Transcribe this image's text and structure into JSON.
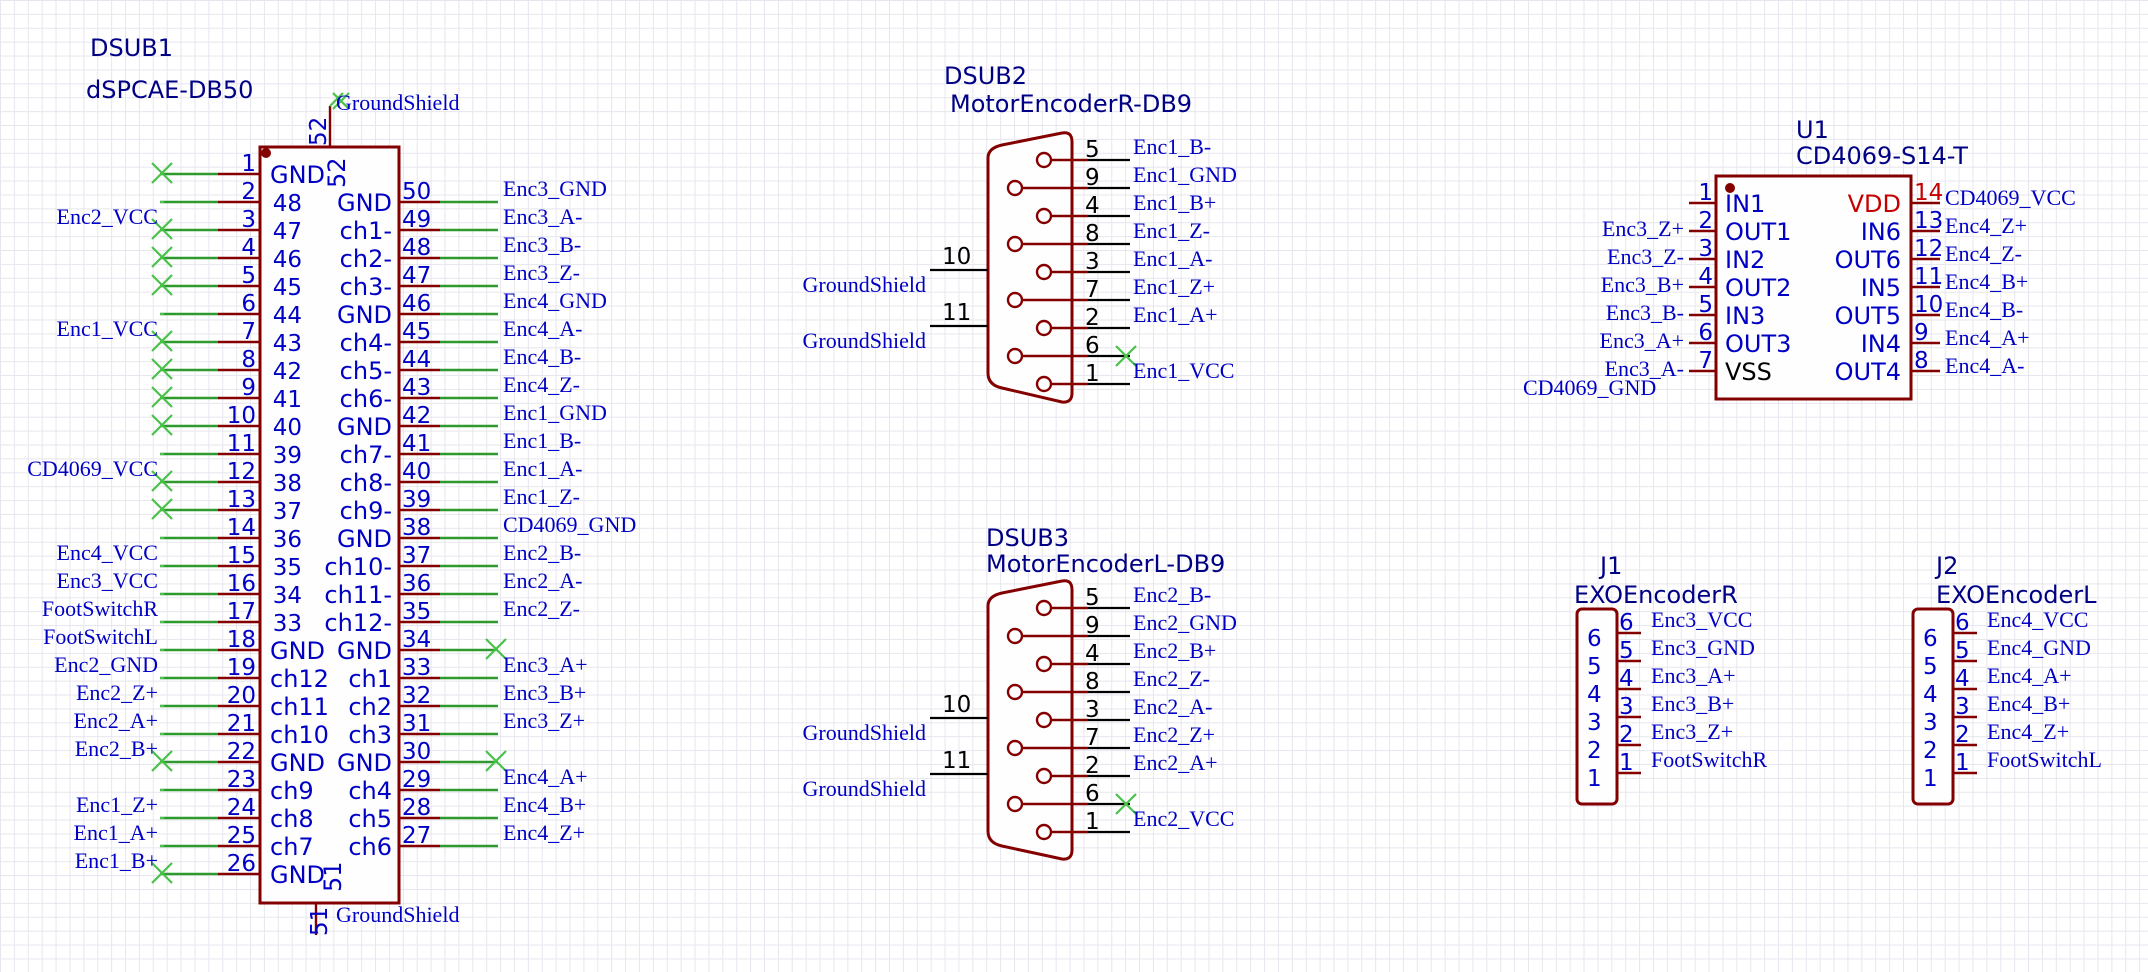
{
  "dsub1": {
    "ref": "DSUB1",
    "value": "dSPCAE-DB50",
    "pin52": "52",
    "pin51": "51",
    "shield_top": "GroundShield",
    "shield_bottom": "GroundShield",
    "left_pins": [
      {
        "num": "1",
        "name": "GND",
        "net": "",
        "nc": true
      },
      {
        "num": "2",
        "name": "",
        "net": "",
        "nc": false
      },
      {
        "num": "3",
        "name": "",
        "net": "Enc2_VCC",
        "nc": true
      },
      {
        "num": "4",
        "name": "",
        "net": "",
        "nc": true
      },
      {
        "num": "5",
        "name": "",
        "net": "",
        "nc": true
      },
      {
        "num": "6",
        "name": "",
        "net": "",
        "nc": false
      },
      {
        "num": "7",
        "name": "",
        "net": "Enc1_VCC",
        "nc": true
      },
      {
        "num": "8",
        "name": "",
        "net": "",
        "nc": true
      },
      {
        "num": "9",
        "name": "",
        "net": "",
        "nc": true
      },
      {
        "num": "10",
        "name": "",
        "net": "",
        "nc": true
      },
      {
        "num": "11",
        "name": "",
        "net": "",
        "nc": false
      },
      {
        "num": "12",
        "name": "",
        "net": "CD4069_VCC",
        "nc": true
      },
      {
        "num": "13",
        "name": "",
        "net": "",
        "nc": true
      },
      {
        "num": "14",
        "name": "",
        "net": "",
        "nc": false
      },
      {
        "num": "15",
        "name": "",
        "net": "Enc4_VCC",
        "nc": false
      },
      {
        "num": "16",
        "name": "",
        "net": "Enc3_VCC",
        "nc": false
      },
      {
        "num": "17",
        "name": "",
        "net": "FootSwitchR",
        "nc": false
      },
      {
        "num": "18",
        "name": "GND",
        "net": "FootSwitchL",
        "nc": false
      },
      {
        "num": "19",
        "name": "ch12",
        "net": "Enc2_GND",
        "nc": false
      },
      {
        "num": "20",
        "name": "ch11",
        "net": "Enc2_Z+",
        "nc": false
      },
      {
        "num": "21",
        "name": "ch10",
        "net": "Enc2_A+",
        "nc": false
      },
      {
        "num": "22",
        "name": "GND",
        "net": "Enc2_B+",
        "nc": true
      },
      {
        "num": "23",
        "name": "ch9",
        "net": "",
        "nc": false
      },
      {
        "num": "24",
        "name": "ch8",
        "net": "Enc1_Z+",
        "nc": false
      },
      {
        "num": "25",
        "name": "ch7",
        "net": "Enc1_A+",
        "nc": false
      },
      {
        "num": "26",
        "name": "GND",
        "net": "Enc1_B+",
        "nc": true
      }
    ],
    "mid_pins": [
      {
        "num": "48",
        "name": "GND"
      },
      {
        "num": "47",
        "name": "ch1-"
      },
      {
        "num": "46",
        "name": "ch2-"
      },
      {
        "num": "45",
        "name": "ch3-"
      },
      {
        "num": "44",
        "name": "GND"
      },
      {
        "num": "43",
        "name": "ch4-"
      },
      {
        "num": "42",
        "name": "ch5-"
      },
      {
        "num": "41",
        "name": "ch6-"
      },
      {
        "num": "40",
        "name": "GND"
      },
      {
        "num": "39",
        "name": "ch7-"
      },
      {
        "num": "38",
        "name": "ch8-"
      },
      {
        "num": "37",
        "name": "ch9-"
      },
      {
        "num": "36",
        "name": "GND"
      },
      {
        "num": "35",
        "name": "ch10-"
      },
      {
        "num": "34",
        "name": "ch11-"
      },
      {
        "num": "33",
        "name": "ch12-"
      }
    ],
    "right_pins": [
      {
        "num": "50",
        "name": "",
        "net": "Enc3_GND",
        "nc": false
      },
      {
        "num": "49",
        "name": "",
        "net": "Enc3_A-",
        "nc": false
      },
      {
        "num": "48",
        "name": "",
        "net": "Enc3_B-",
        "nc": false
      },
      {
        "num": "47",
        "name": "",
        "net": "Enc3_Z-",
        "nc": false
      },
      {
        "num": "46",
        "name": "",
        "net": "Enc4_GND",
        "nc": false
      },
      {
        "num": "45",
        "name": "",
        "net": "Enc4_A-",
        "nc": false
      },
      {
        "num": "44",
        "name": "",
        "net": "Enc4_B-",
        "nc": false
      },
      {
        "num": "43",
        "name": "",
        "net": "Enc4_Z-",
        "nc": false
      },
      {
        "num": "42",
        "name": "",
        "net": "Enc1_GND",
        "nc": false
      },
      {
        "num": "41",
        "name": "",
        "net": "Enc1_B-",
        "nc": false
      },
      {
        "num": "40",
        "name": "",
        "net": "Enc1_A-",
        "nc": false
      },
      {
        "num": "39",
        "name": "",
        "net": "Enc1_Z-",
        "nc": false
      },
      {
        "num": "38",
        "name": "",
        "net": "CD4069_GND",
        "nc": false
      },
      {
        "num": "37",
        "name": "",
        "net": "Enc2_B-",
        "nc": false
      },
      {
        "num": "36",
        "name": "",
        "net": "Enc2_A-",
        "nc": false
      },
      {
        "num": "35",
        "name": "",
        "net": "Enc2_Z-",
        "nc": false
      },
      {
        "num": "34",
        "name": "GND",
        "net": "",
        "nc": true
      },
      {
        "num": "33",
        "name": "ch1",
        "net": "Enc3_A+",
        "nc": false
      },
      {
        "num": "32",
        "name": "ch2",
        "net": "Enc3_B+",
        "nc": false
      },
      {
        "num": "31",
        "name": "ch3",
        "net": "Enc3_Z+",
        "nc": false
      },
      {
        "num": "30",
        "name": "GND",
        "net": "",
        "nc": true
      },
      {
        "num": "29",
        "name": "ch4",
        "net": "Enc4_A+",
        "nc": false
      },
      {
        "num": "28",
        "name": "ch5",
        "net": "Enc4_B+",
        "nc": false
      },
      {
        "num": "27",
        "name": "ch6",
        "net": "Enc4_Z+",
        "nc": false
      }
    ]
  },
  "dsub2": {
    "ref": "DSUB2",
    "value": "MotorEncoderR-DB9",
    "pins": [
      {
        "num": "5",
        "net": "Enc1_B-"
      },
      {
        "num": "9",
        "net": "Enc1_GND"
      },
      {
        "num": "4",
        "net": "Enc1_B+"
      },
      {
        "num": "8",
        "net": "Enc1_Z-"
      },
      {
        "num": "3",
        "net": "Enc1_A-"
      },
      {
        "num": "7",
        "net": "Enc1_Z+"
      },
      {
        "num": "2",
        "net": "Enc1_A+"
      },
      {
        "num": "6",
        "net": ""
      },
      {
        "num": "1",
        "net": "Enc1_VCC"
      }
    ],
    "shell": [
      {
        "num": "10",
        "net": "GroundShield"
      },
      {
        "num": "11",
        "net": "GroundShield"
      }
    ]
  },
  "dsub3": {
    "ref": "DSUB3",
    "value": "MotorEncoderL-DB9",
    "pins": [
      {
        "num": "5",
        "net": "Enc2_B-"
      },
      {
        "num": "9",
        "net": "Enc2_GND"
      },
      {
        "num": "4",
        "net": "Enc2_B+"
      },
      {
        "num": "8",
        "net": "Enc2_Z-"
      },
      {
        "num": "3",
        "net": "Enc2_A-"
      },
      {
        "num": "7",
        "net": "Enc2_Z+"
      },
      {
        "num": "2",
        "net": "Enc2_A+"
      },
      {
        "num": "6",
        "net": ""
      },
      {
        "num": "1",
        "net": "Enc2_VCC"
      }
    ],
    "shell": [
      {
        "num": "10",
        "net": "GroundShield"
      },
      {
        "num": "11",
        "net": "GroundShield"
      }
    ]
  },
  "u1": {
    "ref": "U1",
    "value": "CD4069-S14-T",
    "left": [
      {
        "num": "1",
        "name": "IN1",
        "net": ""
      },
      {
        "num": "2",
        "name": "OUT1",
        "net": "Enc3_Z+"
      },
      {
        "num": "3",
        "name": "IN2",
        "net": "Enc3_Z-"
      },
      {
        "num": "4",
        "name": "OUT2",
        "net": "Enc3_B+"
      },
      {
        "num": "5",
        "name": "IN3",
        "net": "Enc3_B-"
      },
      {
        "num": "6",
        "name": "OUT3",
        "net": "Enc3_A+"
      },
      {
        "num": "7",
        "name": "VSS",
        "net": "Enc3_A-"
      }
    ],
    "right": [
      {
        "num": "14",
        "name": "VDD",
        "net": "CD4069_VCC"
      },
      {
        "num": "13",
        "name": "IN6",
        "net": "Enc4_Z+"
      },
      {
        "num": "12",
        "name": "OUT6",
        "net": "Enc4_Z-"
      },
      {
        "num": "11",
        "name": "IN5",
        "net": "Enc4_B+"
      },
      {
        "num": "10",
        "name": "OUT5",
        "net": "Enc4_B-"
      },
      {
        "num": "9",
        "name": "IN4",
        "net": "Enc4_A+"
      },
      {
        "num": "8",
        "name": "OUT4",
        "net": "Enc4_A-"
      }
    ],
    "gnd_net": "CD4069_GND"
  },
  "j1": {
    "ref": "J1",
    "value": "EXOEncoderR",
    "body_nums": [
      "6",
      "5",
      "4",
      "3",
      "2",
      "1"
    ],
    "pins": [
      {
        "num": "6",
        "net": "Enc3_VCC"
      },
      {
        "num": "5",
        "net": "Enc3_GND"
      },
      {
        "num": "4",
        "net": "Enc3_A+"
      },
      {
        "num": "3",
        "net": "Enc3_B+"
      },
      {
        "num": "2",
        "net": "Enc3_Z+"
      },
      {
        "num": "1",
        "net": "FootSwitchR"
      }
    ]
  },
  "j2": {
    "ref": "J2",
    "value": "EXOEncoderL",
    "body_nums": [
      "6",
      "5",
      "4",
      "3",
      "2",
      "1"
    ],
    "pins": [
      {
        "num": "6",
        "net": "Enc4_VCC"
      },
      {
        "num": "5",
        "net": "Enc4_GND"
      },
      {
        "num": "4",
        "net": "Enc4_A+"
      },
      {
        "num": "3",
        "net": "Enc4_B+"
      },
      {
        "num": "2",
        "net": "Enc4_Z+"
      },
      {
        "num": "1",
        "net": "FootSwitchL"
      }
    ]
  }
}
